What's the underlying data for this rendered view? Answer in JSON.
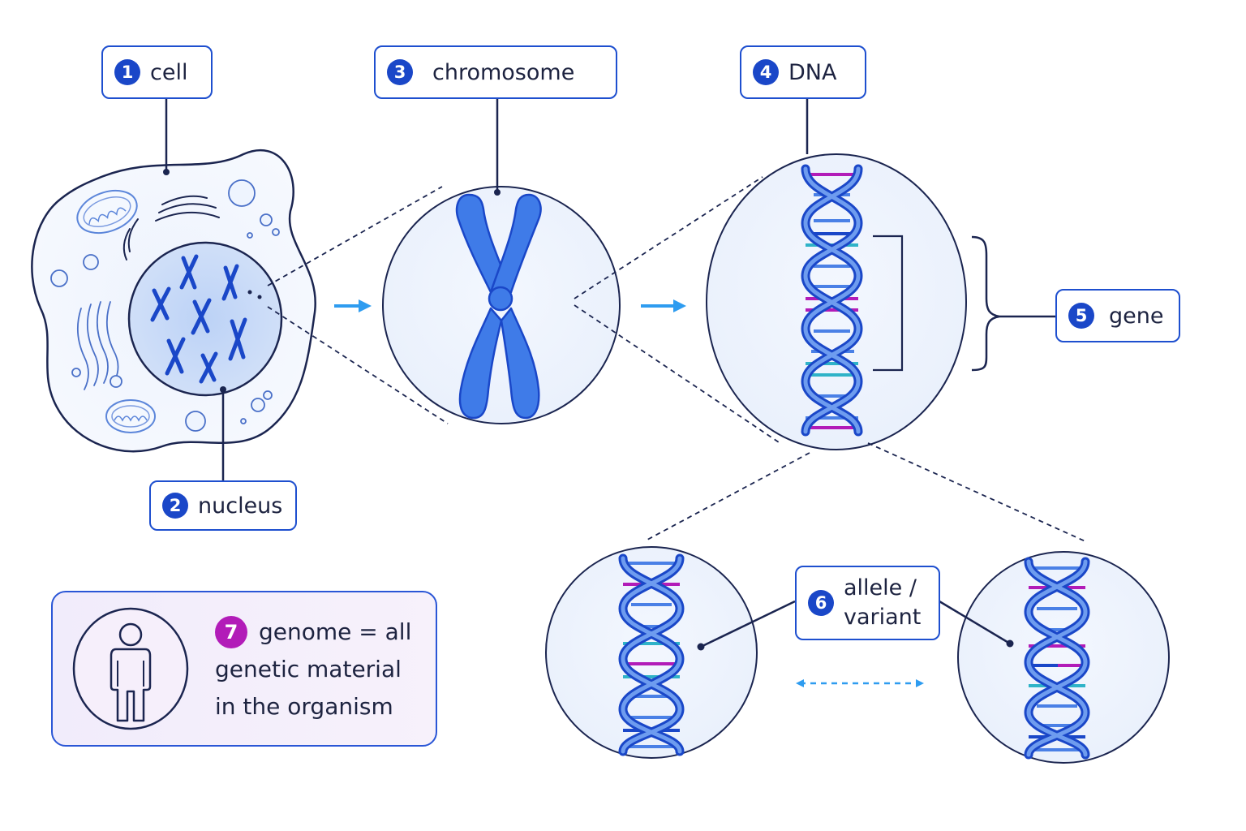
{
  "labels": {
    "cell": {
      "number": "1",
      "text": "cell"
    },
    "nucleus": {
      "number": "2",
      "text": "nucleus"
    },
    "chromosome": {
      "number": "3",
      "text": "chromosome"
    },
    "dna": {
      "number": "4",
      "text": "DNA"
    },
    "gene": {
      "number": "5",
      "text": "gene"
    },
    "allele": {
      "number": "6",
      "line1": "allele /",
      "line2": "variant"
    },
    "genome": {
      "number": "7",
      "line1": "genome = all",
      "line2": "genetic material",
      "line3": "in the organism"
    }
  },
  "colors": {
    "outline": "#1b2550",
    "accent_blue": "#1a47c8",
    "chromosome_blue": "#3f7be8",
    "dna_blue": "#4a80e6",
    "base_purple": "#b21cb8",
    "base_teal": "#2fb3c8",
    "arrow_blue": "#2e9cf0",
    "genome_bg": "#f3eefb"
  },
  "icons": [
    "cell-icon",
    "nucleus-icon",
    "chromosome-icon",
    "dna-helix-icon",
    "gene-bracket-icon",
    "person-icon",
    "double-arrow-icon"
  ]
}
